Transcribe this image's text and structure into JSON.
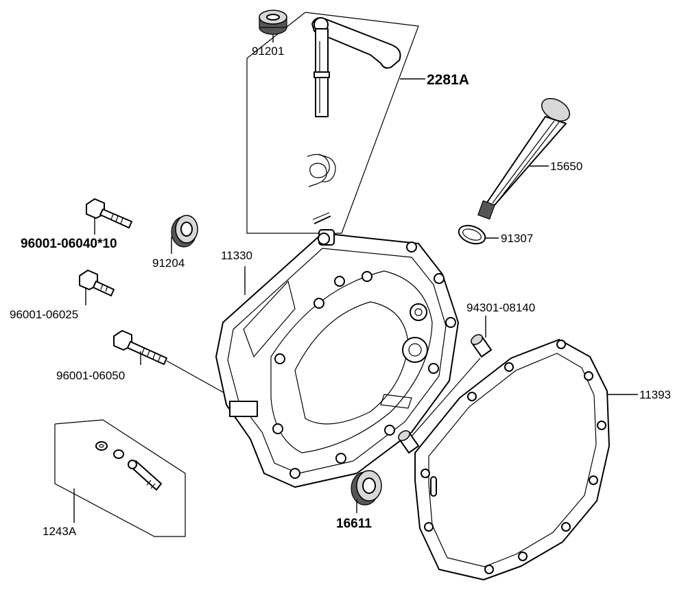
{
  "labels": {
    "p91201": "91201",
    "p2281A": "2281A",
    "p15650": "15650",
    "p96001_06040": "96001-06040*10",
    "p91204": "91204",
    "p11330": "11330",
    "p91307": "91307",
    "p96001_06025": "96001-06025",
    "p94301_08140": "94301-08140",
    "p96001_06050": "96001-06050",
    "p11393": "11393",
    "p1243A": "1243A",
    "p16611": "16611"
  },
  "colors": {
    "ink": "#000000",
    "background": "#ffffff"
  }
}
